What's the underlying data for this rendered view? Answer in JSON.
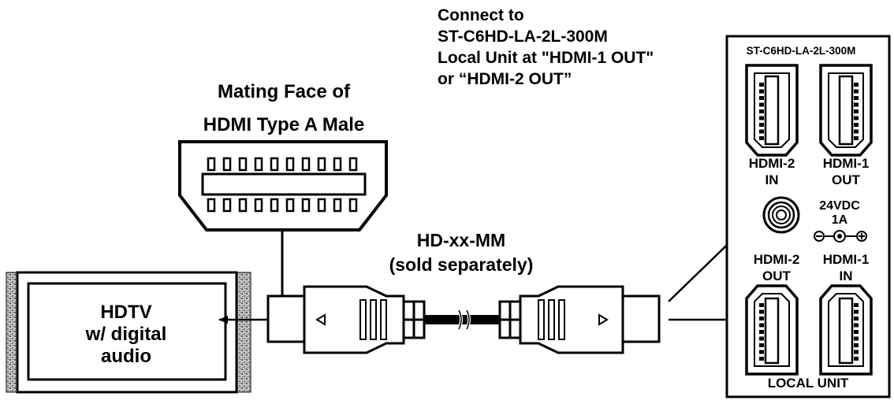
{
  "connect_note": {
    "line1": "Connect to",
    "line2": "ST-C6HD-LA-2L-300M",
    "line3": "Local Unit at \"HDMI-1 OUT\"",
    "line4": "or “HDMI-2 OUT”"
  },
  "mating_face": {
    "line1": "Mating Face of",
    "line2": "HDMI Type A Male"
  },
  "cable": {
    "line1": "HD-xx-MM",
    "line2": "(sold separately)"
  },
  "hdtv": {
    "line1": "HDTV",
    "line2": "w/ digital",
    "line3": "audio"
  },
  "local_unit": {
    "model": "ST-C6HD-LA-2L-300M",
    "hdmi2_in": [
      "HDMI-2",
      "IN"
    ],
    "hdmi1_out": [
      "HDMI-1",
      "OUT"
    ],
    "power": [
      "24VDC",
      "1A"
    ],
    "hdmi2_out": [
      "HDMI-2",
      "OUT"
    ],
    "hdmi1_in": [
      "HDMI-1",
      "IN"
    ],
    "footer": "LOCAL UNIT"
  }
}
